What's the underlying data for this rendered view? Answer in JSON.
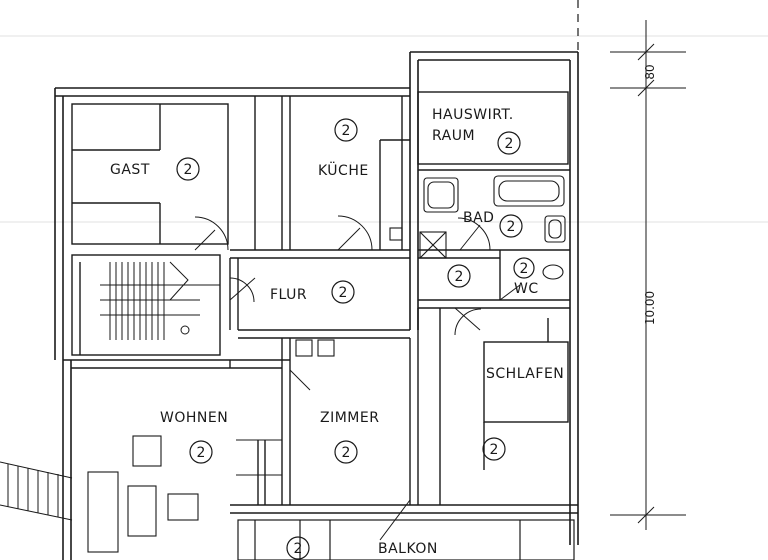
{
  "rooms": {
    "gast": {
      "name": "GAST",
      "floor": "2"
    },
    "kueche": {
      "name": "KÜCHE",
      "floor": "2"
    },
    "hauswirt": {
      "line1": "HAUSWIRT.",
      "line2": "RAUM",
      "floor": "2"
    },
    "bad": {
      "name": "BAD",
      "floor": "2"
    },
    "wc": {
      "name": "WC",
      "floor": "2"
    },
    "corridor_small": {
      "floor": "2"
    },
    "flur": {
      "name": "FLUR",
      "floor": "2"
    },
    "schlafen": {
      "name": "SCHLAFEN",
      "floor": "2"
    },
    "wohnen": {
      "name": "WOHNEN",
      "floor": "2"
    },
    "zimmer": {
      "name": "ZIMMER",
      "floor": "2"
    },
    "balkon": {
      "name": "BALKON",
      "floor": "2"
    }
  },
  "dimensions": {
    "top": "80",
    "height": "10.00"
  }
}
